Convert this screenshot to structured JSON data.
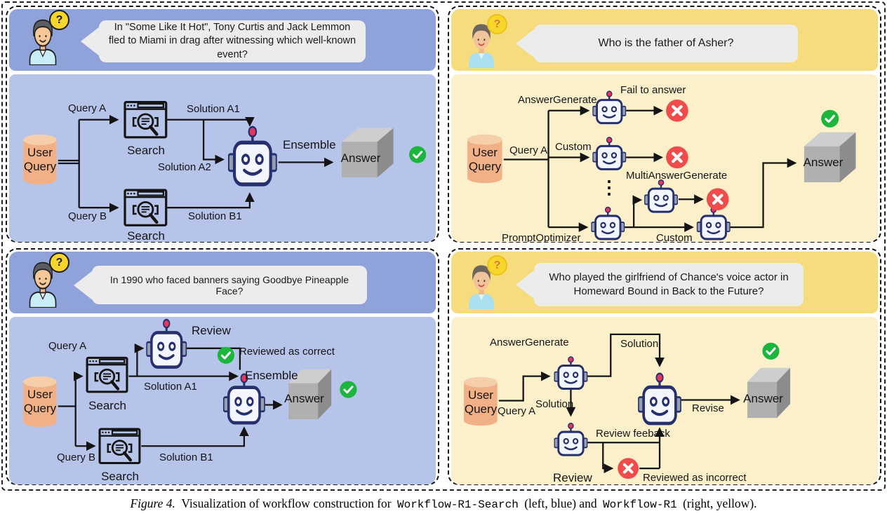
{
  "figure": {
    "caption": {
      "label": "Figure 4.",
      "before_code1": "Visualization of workflow construction for",
      "code1": "Workflow-R1-Search",
      "between": "(left, blue) and",
      "code2": "Workflow-R1",
      "after": "(right, yellow)."
    }
  },
  "icons": {
    "question_mark": "?",
    "ellipsis": "⋮",
    "check": "check-circle",
    "cross": "cross-circle",
    "robot": "robot-agent",
    "search": "search-browser-window",
    "database": "database-cylinder",
    "cube": "answer-cube",
    "user": "user-avatar"
  },
  "colors": {
    "blue_header": "#8FA3DA",
    "blue_body": "#B6C4EA",
    "yellow_header": "#F6DC7D",
    "yellow_body": "#FCF0CB",
    "bubble_gray": "#ECECEC",
    "success_green": "#1CB53E",
    "error_red": "#F14B4B",
    "robot_navy": "#27306E",
    "cylinder_orange": "#F1B086",
    "cube_gray": "#B0B0B0",
    "badge_yellow": "#F7D62B"
  },
  "panels": {
    "top_left": {
      "variant": "blue",
      "question": "In \"Some Like It Hot\", Tony Curtis and Jack Lemmon fled to Miami in drag after witnessing which well-known event?",
      "nodes": {
        "user_query": "User Query",
        "search_top": "Search",
        "search_bottom": "Search",
        "answer": "Answer"
      },
      "edges": {
        "query_a": "Query A",
        "query_b": "Query B",
        "solution_a1": "Solution A1",
        "solution_a2": "Solution A2",
        "solution_b1": "Solution B1",
        "ensemble": "Ensemble"
      }
    },
    "top_right": {
      "variant": "yellow",
      "question": "Who is the father of Asher?",
      "nodes": {
        "user_query": "User Query",
        "answer": "Answer"
      },
      "edges": {
        "query_a": "Query A"
      },
      "operators": {
        "answer_generate": "AnswerGenerate",
        "custom_top": "Custom",
        "multi_answer_generate": "MultiAnswerGenerate",
        "prompt_optimizer": "PromptOptimizer",
        "custom_bottom": "Custom"
      },
      "status": {
        "fail_to_answer": "Fail to answer"
      },
      "ellipsis": "⋮"
    },
    "bottom_left": {
      "variant": "blue",
      "question": "In 1990 who faced banners saying Goodbye Pineapple Face?",
      "nodes": {
        "user_query": "User Query",
        "search_top": "Search",
        "search_bottom": "Search",
        "answer": "Answer"
      },
      "edges": {
        "query_a": "Query A",
        "query_b": "Query B",
        "solution_a1": "Solution A1",
        "solution_b1": "Solution B1",
        "ensemble": "Ensemble"
      },
      "operators": {
        "review": "Review"
      },
      "status": {
        "reviewed_correct": "Reviewed as correct"
      }
    },
    "bottom_right": {
      "variant": "yellow",
      "question": "Who played the girlfriend of Chance's voice actor in Homeward Bound in Back to the Future?",
      "nodes": {
        "user_query": "User Query",
        "answer": "Answer"
      },
      "edges": {
        "query_a": "Query A",
        "solution_top": "Solution",
        "solution_down": "Solution",
        "review_feedback": "Review feeback",
        "revise": "Revise"
      },
      "operators": {
        "answer_generate": "AnswerGenerate",
        "review": "Review"
      },
      "status": {
        "reviewed_incorrect": "Reviewed as incorrect"
      }
    }
  }
}
